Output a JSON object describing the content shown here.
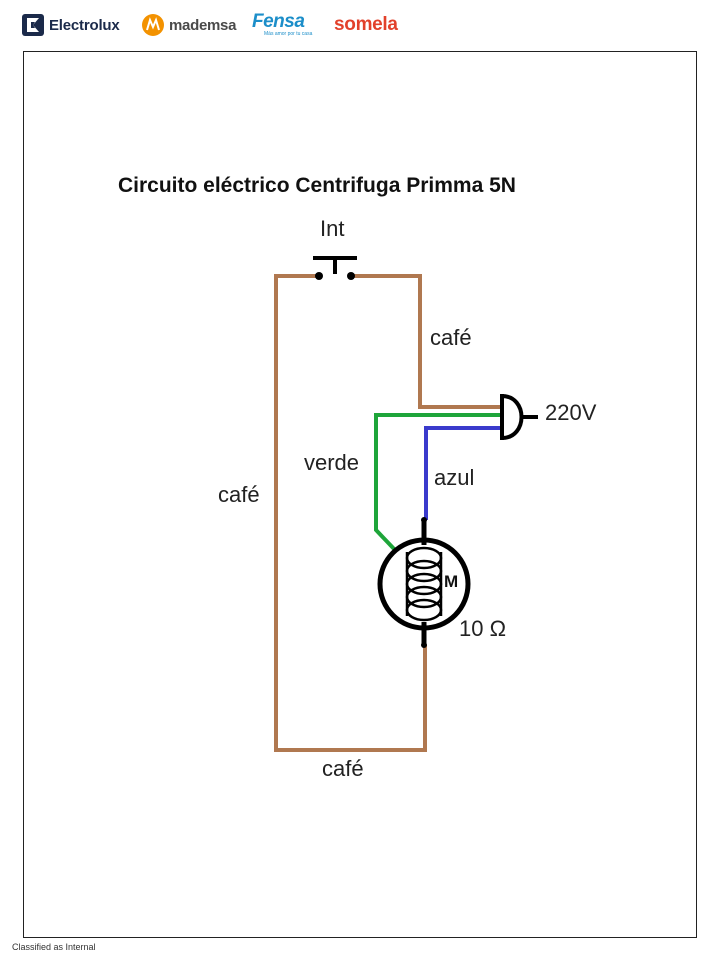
{
  "header": {
    "brands": [
      {
        "name": "Electrolux",
        "icon": "electrolux-logo-icon",
        "color": "#1b2a4a"
      },
      {
        "name": "mademsa",
        "icon": "mademsa-logo-icon",
        "color": "#f39200"
      },
      {
        "name": "Fensa",
        "tagline": "Más amor por tu casa",
        "color": "#1c8ec9"
      },
      {
        "name": "somela",
        "color": "#e2412b"
      }
    ]
  },
  "diagram": {
    "title": "Circuito eléctrico Centrifuga Primma 5N",
    "labels": {
      "switch": "Int",
      "wire_right": "café",
      "wire_green": "verde",
      "wire_blue": "azul",
      "wire_left": "café",
      "supply": "220V",
      "motor_symbol": "M",
      "resistance": "10 Ω",
      "wire_bottom": "café"
    },
    "colors": {
      "brown_wire": "#b07850",
      "green_wire": "#1ea53a",
      "blue_wire": "#3a3acc",
      "component": "#000000"
    }
  },
  "footer": {
    "classification": "Classified as Internal"
  }
}
